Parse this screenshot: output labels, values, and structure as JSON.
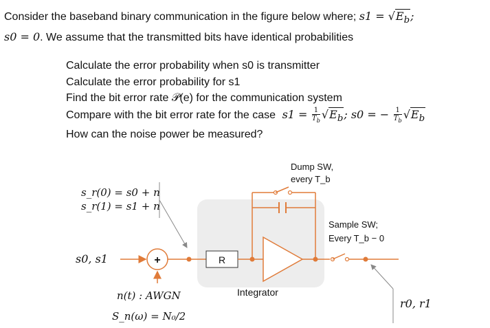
{
  "problem": {
    "intro_line1": "Consider the baseband binary communication in the figure below where;",
    "s1_expr": "s1 = √E_b;",
    "s0_expr": "s0 = 0",
    "intro_line2": ". We assume that the transmitted bits have identical probabilities"
  },
  "tasks": [
    "Calculate the error probability when s0 is transmitter",
    "Calculate the error probability for s1",
    "Find the bit error rate 𝒫(e) for the communication system",
    "Compare with the bit error rate for the case",
    "How can the noise power be measured?"
  ],
  "compare_expr": {
    "s1": "s1 =",
    "s0": "; s0 = −",
    "frac_num": "1",
    "frac_den": "T_b",
    "root": "E_b"
  },
  "diagram": {
    "received_eq1": "s_r(0) = s0 + n",
    "received_eq2": "s_r(1) = s1 + n",
    "input_label": "s0, s1",
    "adder_symbol": "+",
    "resistor_label": "R",
    "integrator_label": "Integrator",
    "dump_sw_line1": "Dump SW,",
    "dump_sw_line2": "every T_b",
    "sample_sw_line1": "Sample SW;",
    "sample_sw_line2": "Every T_b − 0",
    "noise_label": "n(t) : AWGN",
    "psd_label": "S_n(ω) = N₀/2",
    "output_label": "r0, r1",
    "accent_color": "#E07B39"
  }
}
